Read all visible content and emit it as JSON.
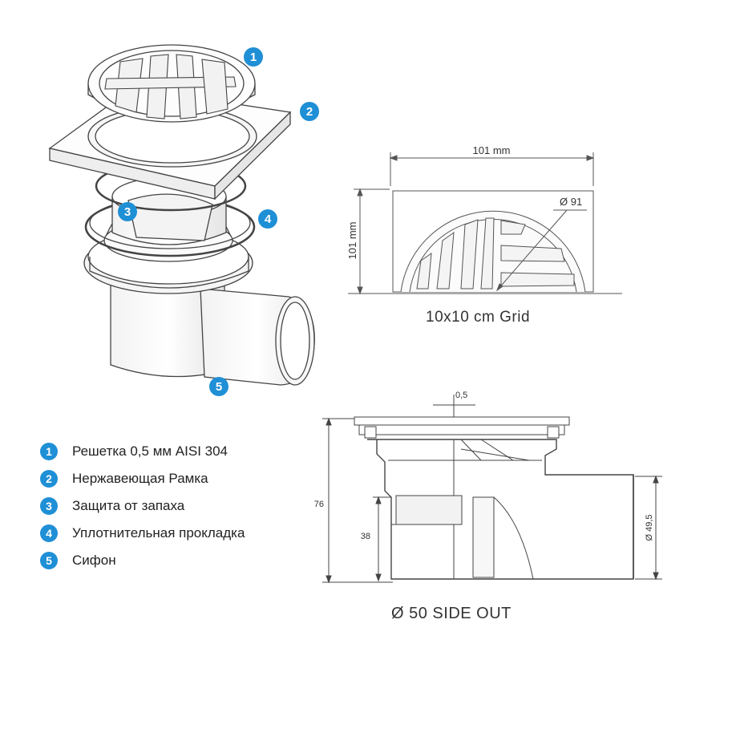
{
  "badges": [
    "1",
    "2",
    "3",
    "4",
    "5"
  ],
  "legend": [
    {
      "num": "1",
      "text": "Решетка 0,5 мм AISI 304"
    },
    {
      "num": "2",
      "text": "Нержавеющая Рамка"
    },
    {
      "num": "3",
      "text": "Защита от запаха"
    },
    {
      "num": "4",
      "text": "Уплотнительная прокладка"
    },
    {
      "num": "5",
      "text": "Сифон"
    }
  ],
  "grid_drawing": {
    "width_label": "101 mm",
    "height_label": "101 mm",
    "diameter_label": "Ø 91",
    "caption": "10x10 cm Grid"
  },
  "side_drawing": {
    "top_label": "0,5",
    "height_label": "76",
    "inner_label": "38",
    "outlet_label": "Ø 49,5",
    "caption": "Ø 50 SIDE OUT"
  },
  "colors": {
    "badge": "#1f8fd6",
    "line": "#444444"
  }
}
